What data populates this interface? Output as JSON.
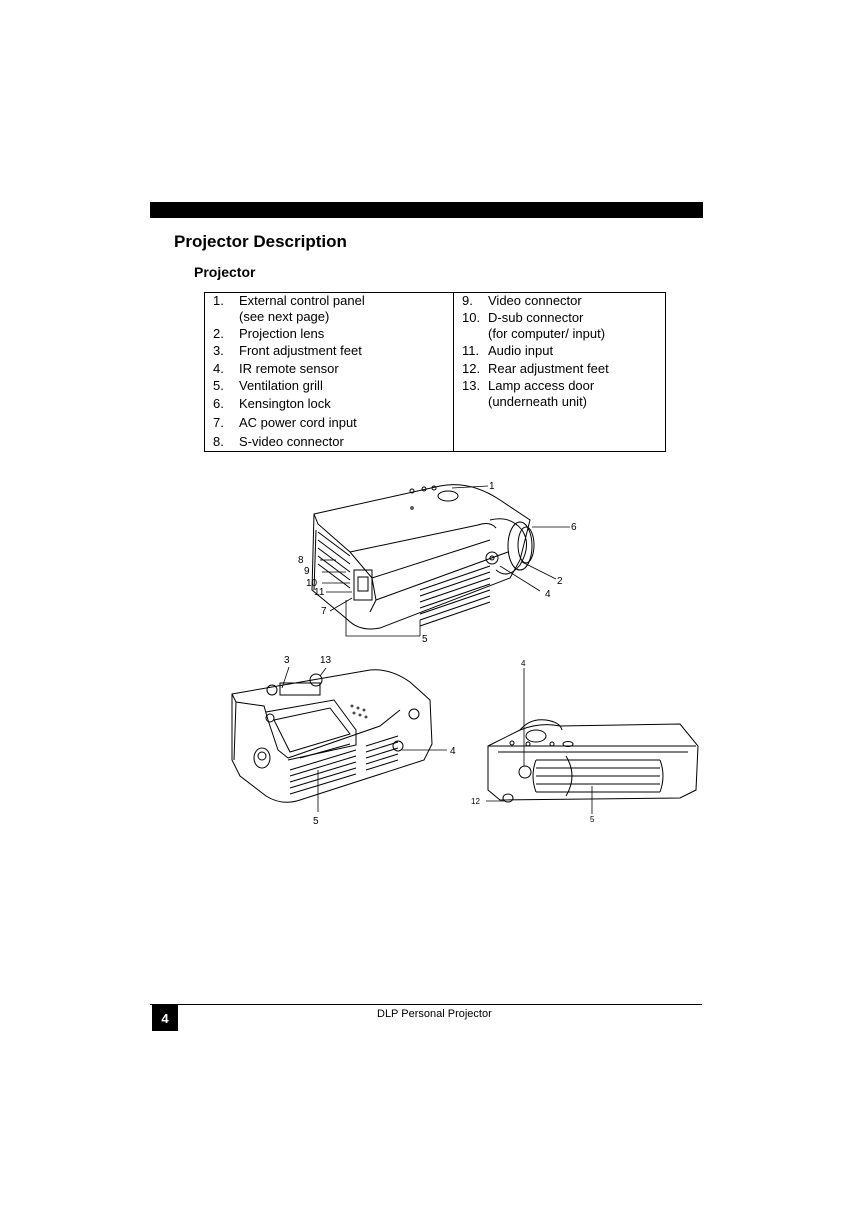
{
  "header": {
    "title": "Projector Description",
    "subtitle": "Projector"
  },
  "legend": {
    "left": [
      {
        "num": "1.",
        "lines": [
          "External control panel",
          "(see next page)"
        ]
      },
      {
        "num": "2.",
        "lines": [
          "Projection lens"
        ]
      },
      {
        "num": "3.",
        "lines": [
          "Front adjustment feet"
        ]
      },
      {
        "num": "4.",
        "lines": [
          "IR remote sensor"
        ]
      },
      {
        "num": "5.",
        "lines": [
          "Ventilation grill"
        ]
      },
      {
        "num": "6.",
        "lines": [
          "Kensington lock"
        ]
      },
      {
        "num": "7.",
        "lines": [
          "AC power cord input"
        ]
      },
      {
        "num": "8.",
        "lines": [
          "S-video connector"
        ]
      }
    ],
    "right": [
      {
        "num": "9.",
        "lines": [
          "Video connector"
        ]
      },
      {
        "num": "10.",
        "lines": [
          "D-sub connector",
          "(for computer/  input)"
        ]
      },
      {
        "num": "11.",
        "lines": [
          "Audio input"
        ]
      },
      {
        "num": "12.",
        "lines": [
          "Rear adjustment feet"
        ]
      },
      {
        "num": "13.",
        "lines": [
          "Lamp access door",
          "(underneath unit)"
        ]
      }
    ]
  },
  "figure_callouts": {
    "top": [
      "1",
      "6",
      "8",
      "9",
      "10",
      "11",
      "7",
      "2",
      "4",
      "5"
    ],
    "bottom_left": [
      "3",
      "13",
      "4",
      "5"
    ],
    "bottom_right": [
      "4",
      "12",
      "5"
    ]
  },
  "footer": {
    "page_number": "4",
    "text": "DLP Personal Projector"
  }
}
